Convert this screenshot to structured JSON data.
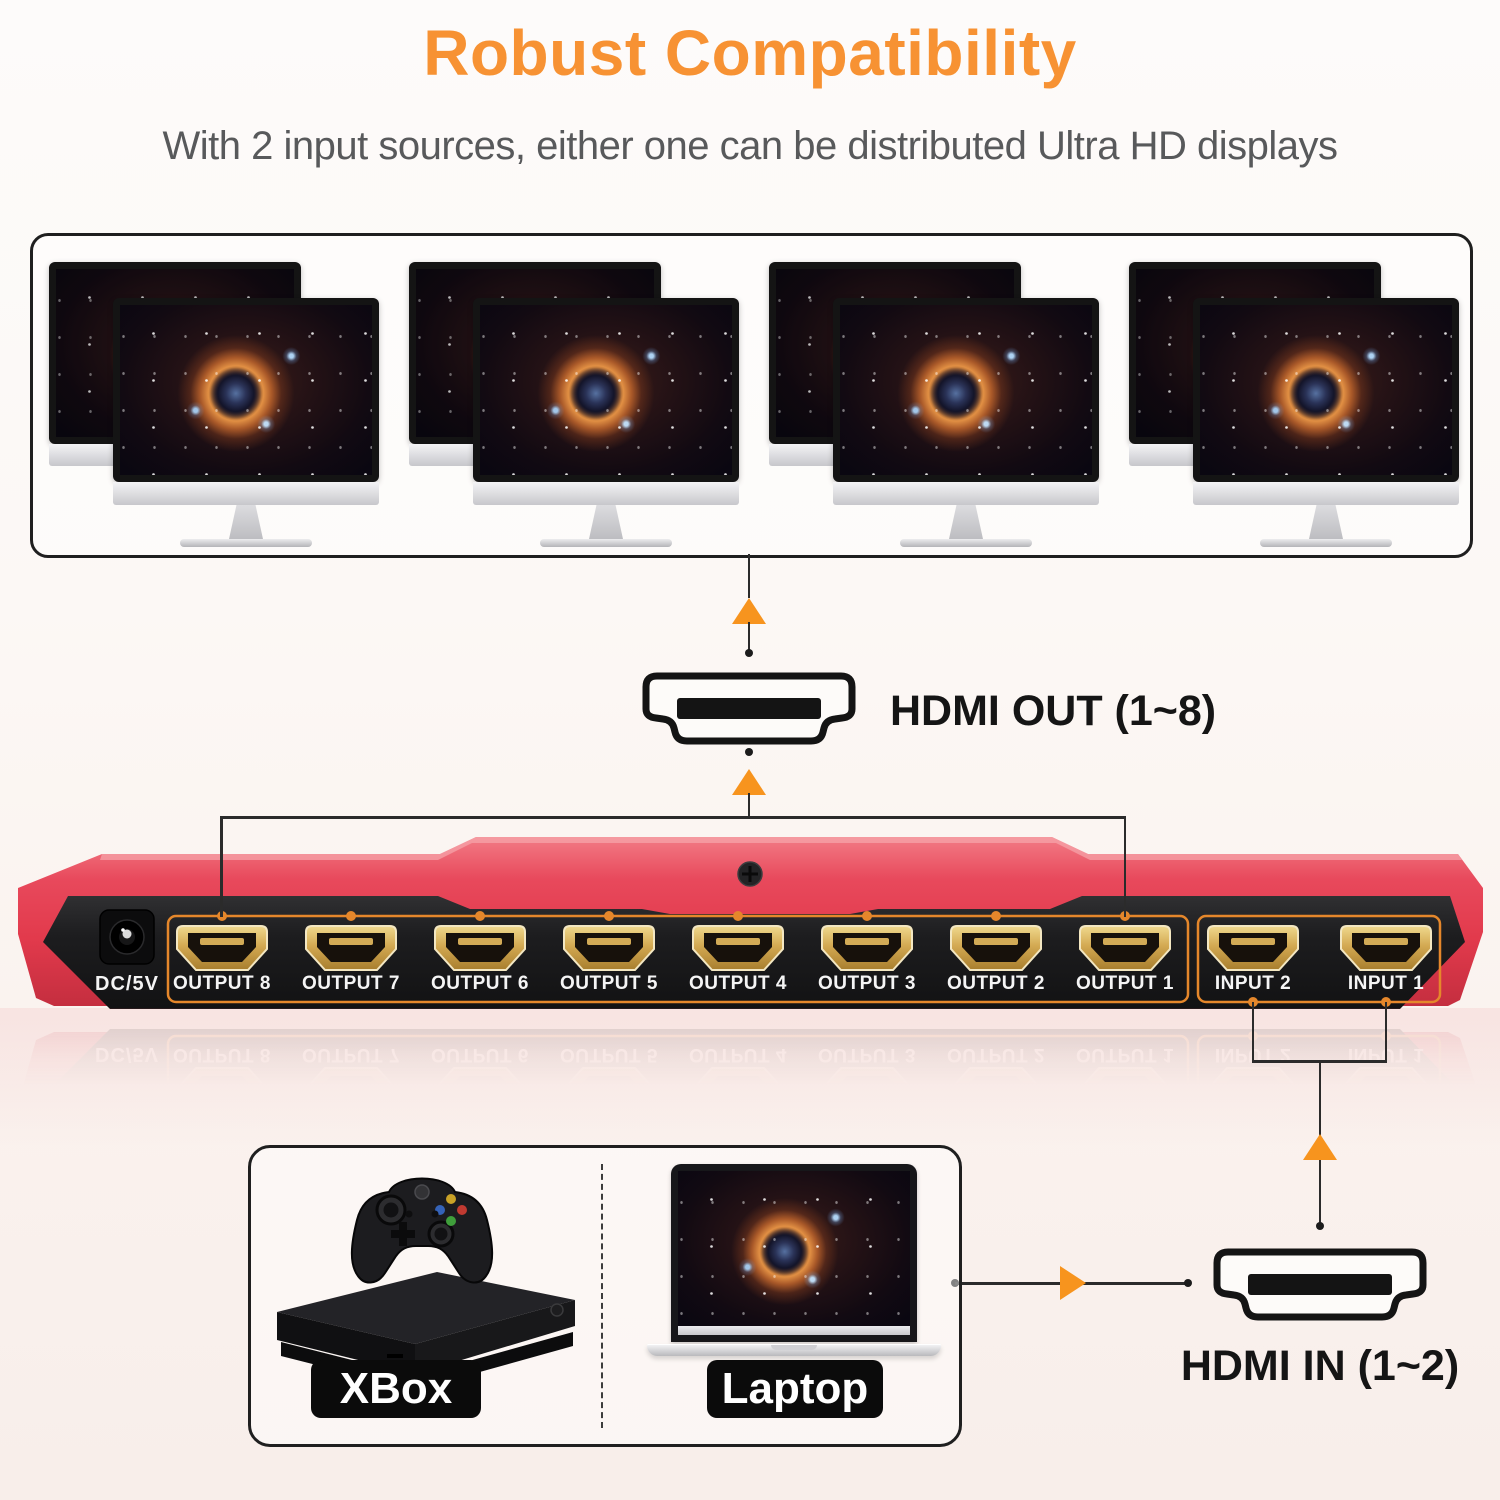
{
  "header": {
    "title": "Robust Compatibility",
    "subtitle": "With 2 input sources, either one can be distributed Ultra HD displays"
  },
  "flow": {
    "hdmi_out_label": "HDMI OUT (1~8)",
    "hdmi_in_label": "HDMI IN (1~2)"
  },
  "device": {
    "power_label": "DC/5V",
    "output_ports": [
      {
        "label": "OUTPUT 8"
      },
      {
        "label": "OUTPUT 7"
      },
      {
        "label": "OUTPUT 6"
      },
      {
        "label": "OUTPUT 5"
      },
      {
        "label": "OUTPUT 4"
      },
      {
        "label": "OUTPUT 3"
      },
      {
        "label": "OUTPUT 2"
      },
      {
        "label": "OUTPUT 1"
      }
    ],
    "input_ports": [
      {
        "label": "INPUT 2"
      },
      {
        "label": "INPUT 1"
      }
    ]
  },
  "sources": {
    "xbox_label": "XBox",
    "laptop_label": "Laptop"
  },
  "display_wall": {
    "pair_count": 4,
    "monitors_per_pair": 2
  },
  "colors": {
    "title_orange": "#f79233",
    "arrow_orange": "#f7941e",
    "bracket_orange": "#e5872b",
    "device_red": "#e23a4c",
    "line_dark": "#2b2b2b"
  },
  "icons": [
    "monitor-icon",
    "hdmi-connector-icon",
    "hdmi-port-icon",
    "arrow-up-icon",
    "arrow-right-icon",
    "screw-icon",
    "dc-jack-icon",
    "xbox-console-icon",
    "gamepad-icon",
    "laptop-icon"
  ]
}
